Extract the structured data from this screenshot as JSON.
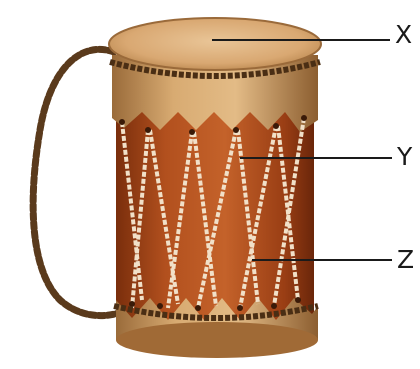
{
  "labels": {
    "x": "X",
    "y": "Y",
    "z": "Z"
  },
  "colors": {
    "drumhead": "#d9a872",
    "body": "#b8501a",
    "rope": "#5a3a1c",
    "lacing": "#f1e0c8",
    "leader_line": "#1a1a1a"
  }
}
